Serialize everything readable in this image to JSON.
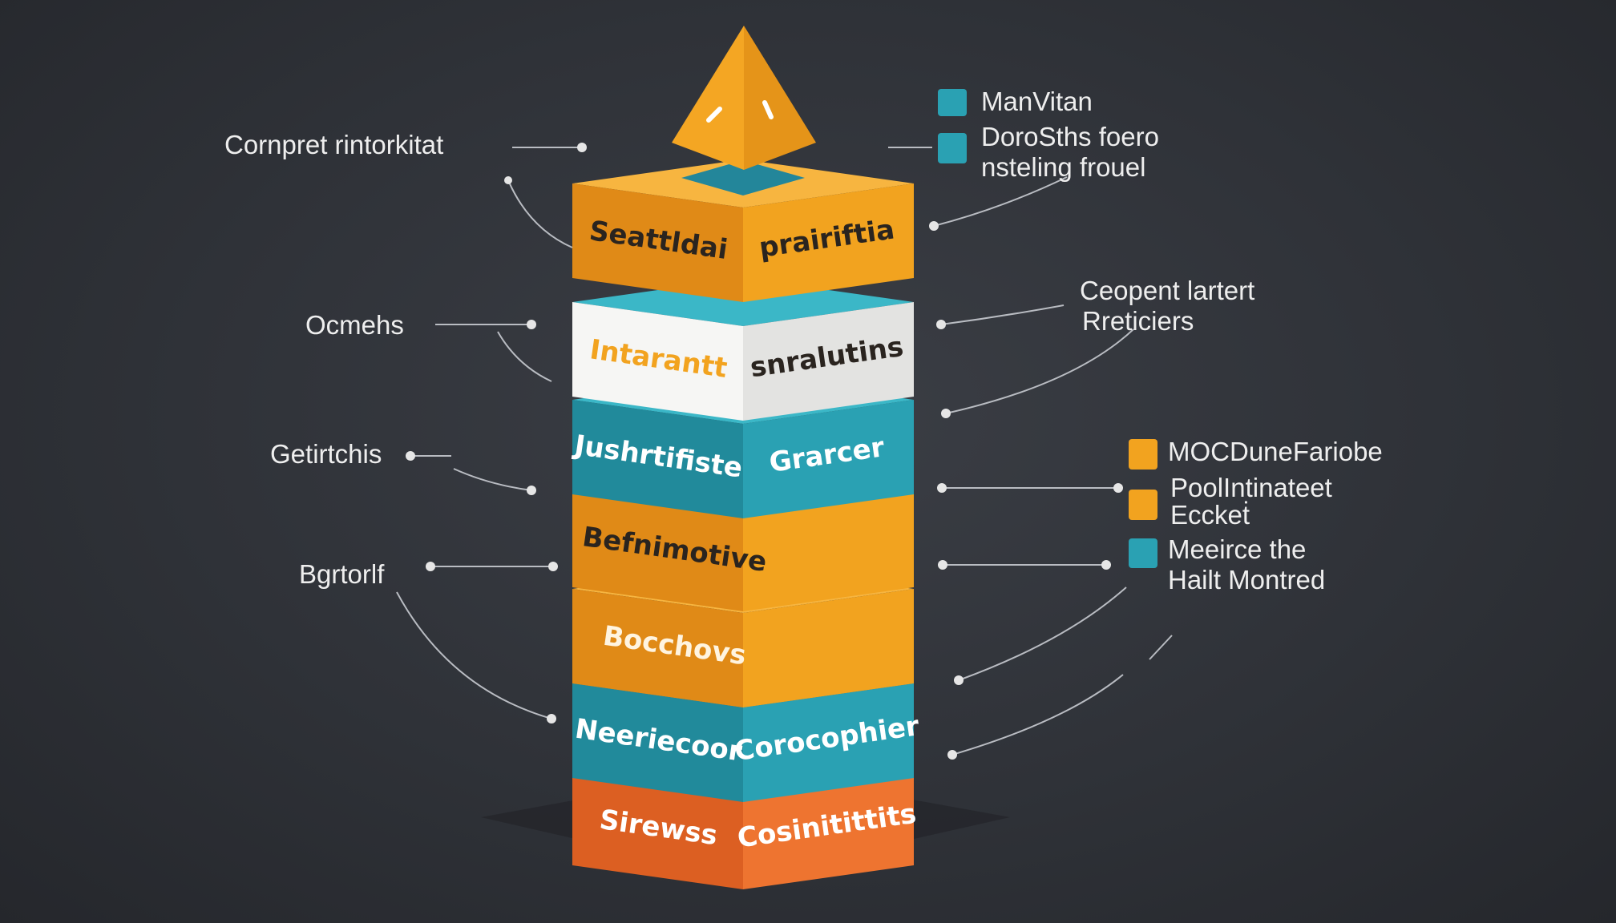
{
  "colors": {
    "orange": "#f2a31f",
    "orange_dark": "#e08a17",
    "orange_top": "#f7b540",
    "teal": "#2aa1b3",
    "teal_dark": "#218a9b",
    "teal_top": "#3bb7c7",
    "white": "#f6f6f4",
    "white_dark": "#e3e3e1",
    "red": "#ee7430",
    "red_dark": "#dc5f22",
    "text_dark": "#2a241f",
    "background": "#2f3238"
  },
  "left_labels": [
    {
      "text": "Cornpret rintorkitat"
    },
    {
      "text": "Ocmehs"
    },
    {
      "text": "Getirtchis"
    },
    {
      "text": "Bgrtorlf"
    }
  ],
  "top_legend": [
    {
      "color": "#2aa1b3",
      "lines": [
        "ManVitan"
      ]
    },
    {
      "color": "#2aa1b3",
      "lines": [
        "DoroSths foero",
        "nsteling frouel"
      ]
    }
  ],
  "right_callout": {
    "lines": [
      "Ceopent lartert",
      "Rreticiers"
    ]
  },
  "right_legend": [
    {
      "color": "#f2a31f",
      "lines": [
        "MOCDuneFariobe"
      ]
    },
    {
      "color": "#f2a31f",
      "lines": [
        "PoolIntinateet",
        "Ecckeṫ"
      ]
    },
    {
      "color": "#2aa1b3",
      "lines": [
        "Meeirce the",
        "Hailt Montred"
      ]
    }
  ],
  "layers": [
    {
      "left": "Seattldai",
      "right": "prairiftia",
      "face": "orange",
      "left_color": "#2a241f",
      "right_color": "#2a241f"
    },
    {
      "left": "Intarantt",
      "right": "snralutins",
      "face": "white",
      "left_color": "#f2a31f",
      "right_color": "#2a241f"
    },
    {
      "left": "Jushrtifiste",
      "right": "Grarcer",
      "face": "teal",
      "left_color": "#ffffff",
      "right_color": "#ffffff"
    },
    {
      "left": "Befnimotive",
      "right": "",
      "face": "orange",
      "left_color": "#2a241f",
      "right_color": "#2a241f"
    },
    {
      "left": "Bocchovs",
      "right": "",
      "face": "orange",
      "left_color": "#fff4e0",
      "right_color": "#fff4e0"
    },
    {
      "left": "Neeriecoor",
      "right": "Corocophier",
      "face": "teal",
      "left_color": "#ffffff",
      "right_color": "#ffffff"
    },
    {
      "left": "Sirewss",
      "right": "Cosinitittits",
      "face": "red",
      "left_color": "#ffffff",
      "right_color": "#ffffff"
    }
  ]
}
